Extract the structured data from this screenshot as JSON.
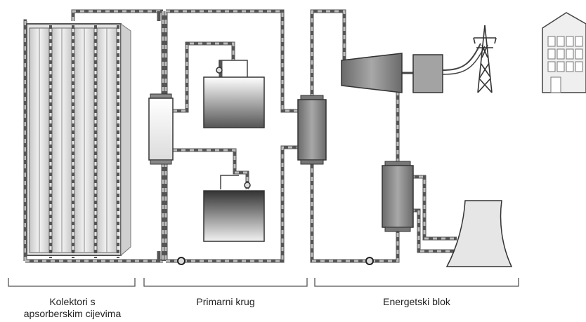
{
  "labels": {
    "collectors_line1": "Kolektori s",
    "collectors_line2": "apsorberskim cijevima",
    "primary_circuit": "Primarni krug",
    "energy_block": "Energetski blok"
  },
  "colors": {
    "pipe_dark": "#555555",
    "pipe_light": "#bdbdbd",
    "outline": "#333333",
    "collector_fill": "#d9d9d9",
    "equipment_fill": "#9a9a9a",
    "tower_fill": "#e6e6e6"
  },
  "components": [
    "solar-collector-array",
    "heat-exchanger-primary",
    "hot-storage-tank",
    "cold-storage-tank",
    "steam-generator",
    "turbine",
    "generator",
    "power-pylon",
    "factory-building",
    "condenser",
    "cooling-tower",
    "circulation-pump"
  ]
}
